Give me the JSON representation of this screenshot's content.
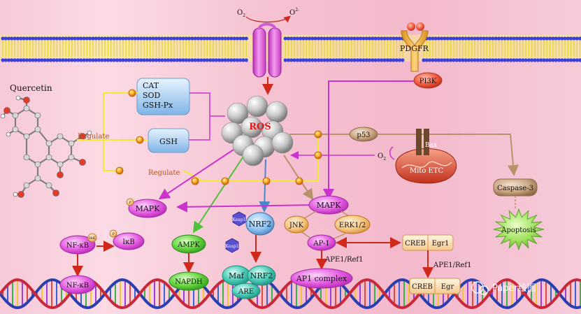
{
  "labels": {
    "o2_left": "O",
    "o2_left_sub": "2",
    "o2_minus": "O",
    "o2_minus_sup": "2-",
    "pdgfr": "PDGFR",
    "pi3k": "PI3K",
    "quercetin": "Quercetin",
    "cat_lines": [
      "CAT",
      "SOD",
      "GSH-Px"
    ],
    "gsh": "GSH",
    "regulate_1": "Regulate",
    "regulate_2": "Regulate",
    "ros": "ROS",
    "p53": "p53",
    "bax": "Bax",
    "mito_o2": "O",
    "mito_o2_sub": "2",
    "mito_etc": "Mito ETC",
    "caspase3": "Caspase-3",
    "apoptosis": "Apoptosis",
    "mapk_left": "MAPK",
    "mapk_left_p": "P",
    "mapk_center": "MAPK",
    "nfkb_top": "NF-κB",
    "ikk": "IKK",
    "ikb": "IκB",
    "ikb_p": "P",
    "nfkb_bottom": "NF-κB",
    "ampk": "AMPK",
    "napdh": "NAPDH",
    "keap1_top": "Keap1",
    "nrf2": "NRF2",
    "keap1_bottom": "Keap1",
    "maf": "Maf",
    "nrf2_2": "NRF2",
    "are": "ARE",
    "jnk": "JNK",
    "erk": "ERK1/2",
    "ap1": "AP-1",
    "ape1_1": "APE1/Ref1",
    "ap1_complex": "AP1 complex",
    "creb_top": "CREB",
    "egr1_top": "Egr1",
    "ape1_2": "APE1/Ref1",
    "creb_bottom": "CREB",
    "egr_bottom": "Egr",
    "watermark": "Paper绘图"
  },
  "colors": {
    "membrane_blue": "#3c3fd6",
    "membrane_yellow": "#f2e255",
    "channel_magenta": "#e84de0",
    "ros_red": "#e3161b",
    "arrow_magenta": "#cc33cc",
    "arrow_red": "#d0281a",
    "arrow_green": "#4fc23c",
    "arrow_blue": "#4b86c8",
    "arrow_tan": "#b9926a",
    "line_yellow": "#f3e834"
  }
}
